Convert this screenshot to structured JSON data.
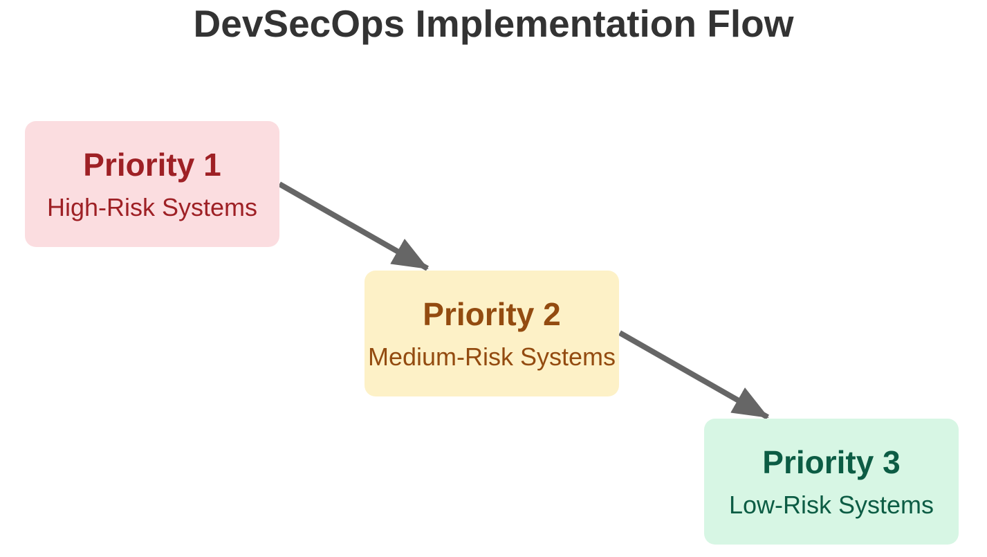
{
  "title": "DevSecOps Implementation Flow",
  "colors": {
    "background": "#ffffff",
    "title_text": "#333333",
    "arrow": "#666666"
  },
  "diagram": {
    "type": "flowchart",
    "direction": "stepped-diagonal-top-left-to-bottom-right",
    "nodes": [
      {
        "id": "priority-1",
        "label": "Priority 1",
        "sublabel": "High-Risk Systems",
        "fill": "#fbdde0",
        "text_color": "#9e2025"
      },
      {
        "id": "priority-2",
        "label": "Priority 2",
        "sublabel": "Medium-Risk Systems",
        "fill": "#fdf1c7",
        "text_color": "#934b10"
      },
      {
        "id": "priority-3",
        "label": "Priority 3",
        "sublabel": "Low-Risk Systems",
        "fill": "#d7f6e4",
        "text_color": "#0c5c44"
      }
    ],
    "edges": [
      {
        "from": "priority-1",
        "to": "priority-2"
      },
      {
        "from": "priority-2",
        "to": "priority-3"
      }
    ]
  }
}
